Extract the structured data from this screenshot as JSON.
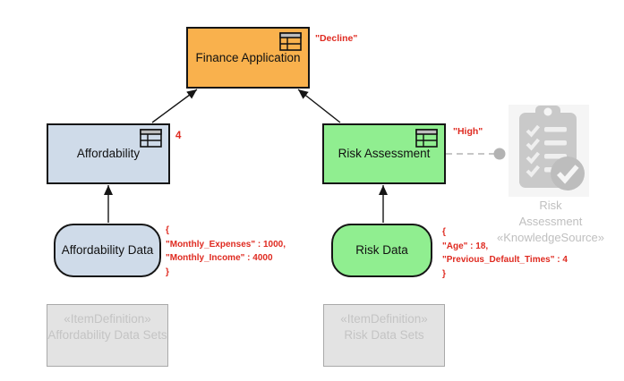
{
  "nodes": {
    "finance_application": {
      "label": "Finance Application",
      "annotation": "\"Decline\""
    },
    "affordability": {
      "label": "Affordability",
      "annotation": "4"
    },
    "risk_assessment": {
      "label": "Risk Assessment",
      "annotation": "\"High\""
    },
    "affordability_data": {
      "label": "Affordability Data"
    },
    "risk_data": {
      "label": "Risk Data"
    },
    "risk_knowledge_source": {
      "lines": [
        "Risk",
        "Assessment",
        "«KnowledgeSource»"
      ]
    },
    "affordability_item_definition": {
      "stereotype": "«ItemDefinition»",
      "label": "Affordability Data Sets"
    },
    "risk_item_definition": {
      "stereotype": "«ItemDefinition»",
      "label": "Risk Data Sets"
    }
  },
  "annotations": {
    "affordability_data_values": {
      "lines": [
        "{",
        "\"Monthly_Expenses\" : 1000,",
        "\"Monthly_Income\" : 4000",
        "}"
      ]
    },
    "risk_data_values": {
      "lines": [
        "{",
        "\"Age\" : 18,",
        "\"Previous_Default_Times\" : 4",
        "}"
      ]
    }
  },
  "icons": {
    "decision_table_icon": "table-grid",
    "knowledge_source_icon": "clipboard-checklist"
  },
  "colors": {
    "decision_orange": "#F9B14D",
    "decision_blue": "#CFDBE9",
    "decision_green": "#90EE90",
    "annotation_red": "#DF2A20",
    "muted_fill": "#E3E3E3",
    "muted_border": "#A9A9A9",
    "muted_text": "#C4C4C4",
    "icon_gray": "#C9C9C9",
    "connector_black": "#151515",
    "connector_gray": "#B3B3B3"
  }
}
